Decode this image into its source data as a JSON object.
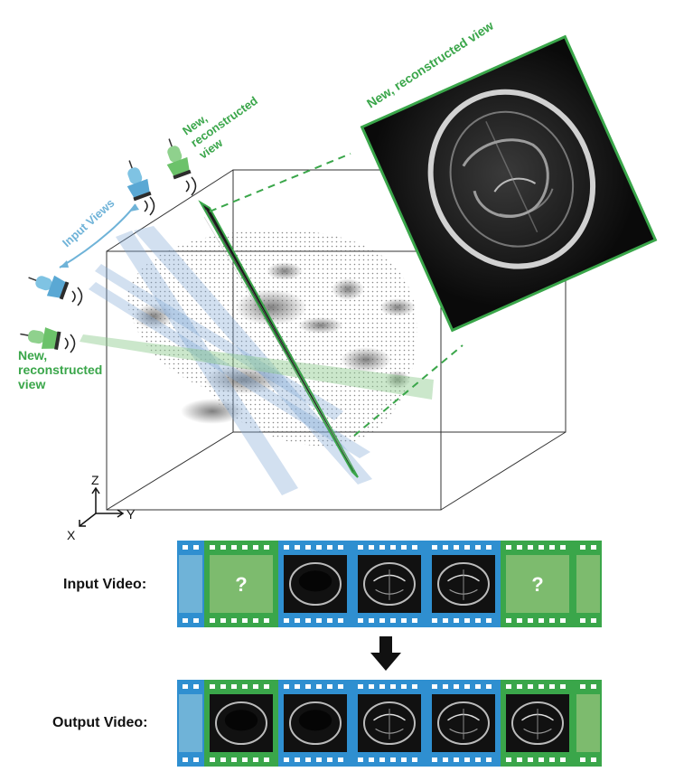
{
  "labels": {
    "reconstructed_top": [
      "New,",
      "reconstructed",
      "view"
    ],
    "reconstructed_left": [
      "New,",
      "reconstructed",
      "view"
    ],
    "reconstructed_panel": "New, reconstructed view",
    "input_views": "Input Views",
    "axis_z": "Z",
    "axis_y": "Y",
    "axis_x": "X",
    "input_video": "Input Video:",
    "output_video": "Output Video:",
    "missing_frame": "?"
  },
  "colors": {
    "green": "#3aa64a",
    "green_light": "#7dbb6e",
    "blue": "#2f8fd0",
    "blue_light": "#6fb3d8",
    "plane_blue": "#7fa6d3",
    "plane_green": "#8cc98c"
  },
  "filmstrips": {
    "input": [
      {
        "kind": "blue-edge"
      },
      {
        "kind": "missing",
        "color": "green"
      },
      {
        "kind": "us-dark",
        "color": "blue"
      },
      {
        "kind": "us-brain",
        "color": "blue"
      },
      {
        "kind": "us-brain",
        "color": "blue"
      },
      {
        "kind": "missing",
        "color": "green"
      },
      {
        "kind": "green-edge"
      }
    ],
    "output": [
      {
        "kind": "blue-edge"
      },
      {
        "kind": "us-dark",
        "color": "green"
      },
      {
        "kind": "us-dark",
        "color": "blue"
      },
      {
        "kind": "us-brain",
        "color": "blue"
      },
      {
        "kind": "us-brain",
        "color": "blue"
      },
      {
        "kind": "us-brain",
        "color": "green"
      },
      {
        "kind": "green-edge"
      }
    ]
  }
}
